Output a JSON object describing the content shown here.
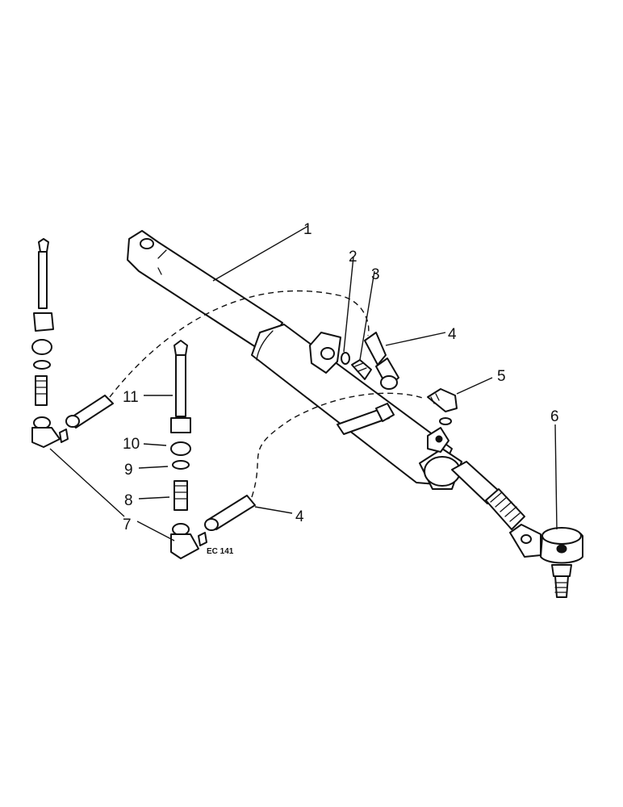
{
  "diagram": {
    "drawing_code": "EC 141",
    "callouts": [
      "1",
      "2",
      "3",
      "4",
      "4",
      "5",
      "6",
      "7",
      "8",
      "9",
      "10",
      "11"
    ]
  }
}
